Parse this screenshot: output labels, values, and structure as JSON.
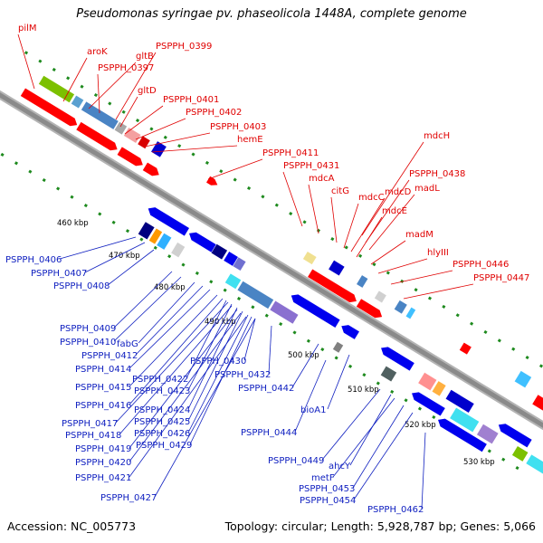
{
  "title": "Pseudomonas syringae pv. phaseolicola 1448A, complete genome",
  "accession": "Accession: NC_005773",
  "summary": "Topology: circular; Length: 5,928,787 bp; Genes: 5,066",
  "colors": {
    "forward_label": "#e00000",
    "reverse_label": "#1020c0",
    "backbone": "#8a8a8a",
    "forward_gene": "#ff0000",
    "reverse_gene": "#0000ee"
  },
  "ticks": [
    "460 kbp",
    "470 kbp",
    "480 kbp",
    "490 kbp",
    "500 kbp",
    "510 kbp",
    "520 kbp",
    "530 kbp"
  ],
  "red_labels": [
    "pilM",
    "aroK",
    "gltB",
    "PSPPH_0397",
    "PSPPH_0399",
    "gltD",
    "PSPPH_0401",
    "PSPPH_0402",
    "PSPPH_0403",
    "hemE",
    "PSPPH_0411",
    "PSPPH_0431",
    "mdcA",
    "citG",
    "mdcC",
    "mdcD",
    "mdcE",
    "mdcH",
    "PSPPH_0438",
    "madL",
    "madM",
    "hlyIII",
    "PSPPH_0446",
    "PSPPH_0447"
  ],
  "blue_labels": [
    "PSPPH_0406",
    "PSPPH_0407",
    "PSPPH_0408",
    "PSPPH_0409",
    "PSPPH_0410",
    "fabG",
    "PSPPH_0412",
    "PSPPH_0414",
    "PSPPH_0415",
    "PSPPH_0416",
    "PSPPH_0417",
    "PSPPH_0418",
    "PSPPH_0419",
    "PSPPH_0420",
    "PSPPH_0421",
    "PSPPH_0422",
    "PSPPH_0423",
    "PSPPH_0424",
    "PSPPH_0425",
    "PSPPH_0426",
    "PSPPH_0427",
    "PSPPH_0429",
    "PSPPH_0430",
    "PSPPH_0432",
    "PSPPH_0442",
    "bioA1",
    "PSPPH_0444",
    "PSPPH_0449",
    "ahcY",
    "metF",
    "PSPPH_0453",
    "PSPPH_0454",
    "PSPPH_0462"
  ]
}
